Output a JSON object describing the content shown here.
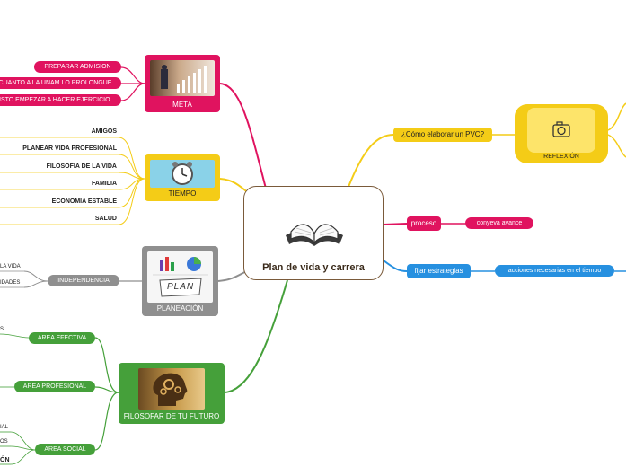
{
  "central": {
    "title": "Plan de vida y carrera",
    "icon": "open-book-icon"
  },
  "colors": {
    "meta": "#e0135f",
    "tiempo": "#f4cc17",
    "planeacion": "#8f8f8f",
    "filosofar": "#45a03a",
    "reflexion": "#f4cc17",
    "proceso": "#e0135f",
    "fijar": "#2690e0"
  },
  "meta": {
    "label": "META",
    "items": [
      "PREPARAR ADMISION",
      "CUANTO A LA UNAM LO PROLONGUE",
      "GUSTO EMPEZAR A HACER EJERCICIO"
    ]
  },
  "tiempo": {
    "label": "TIEMPO",
    "items": [
      "AMIGOS",
      "PLANEAR VIDA PROFESIONAL",
      "FILOSOFIA DE LA VIDA",
      "FAMILIA",
      "ECONOMIA ESTABLE",
      "SALUD"
    ]
  },
  "planeacion": {
    "label": "PLANEACIÓN",
    "pic_text": "PLAN",
    "child": "INDEPENDENCIA",
    "leaves": [
      "LA VIDA",
      "IDADES"
    ]
  },
  "filosofar": {
    "label": "FILOSOFAR DE TU FUTURO",
    "children": [
      "AREA EFECTIVA",
      "AREA PROFESIONAL",
      "AREA SOCIAL"
    ],
    "leaves": [
      "S",
      "IAL",
      "OS",
      "ÓN"
    ]
  },
  "reflexion": {
    "label": "REFLEXIÓN",
    "question": "¿Cómo elaborar un PVC?",
    "icon": "camera-icon"
  },
  "proceso": {
    "label": "proceso",
    "child": "conyeva avance"
  },
  "fijar": {
    "label": "fijar estrategias",
    "child": "acciones necesarias en el tiempo"
  }
}
